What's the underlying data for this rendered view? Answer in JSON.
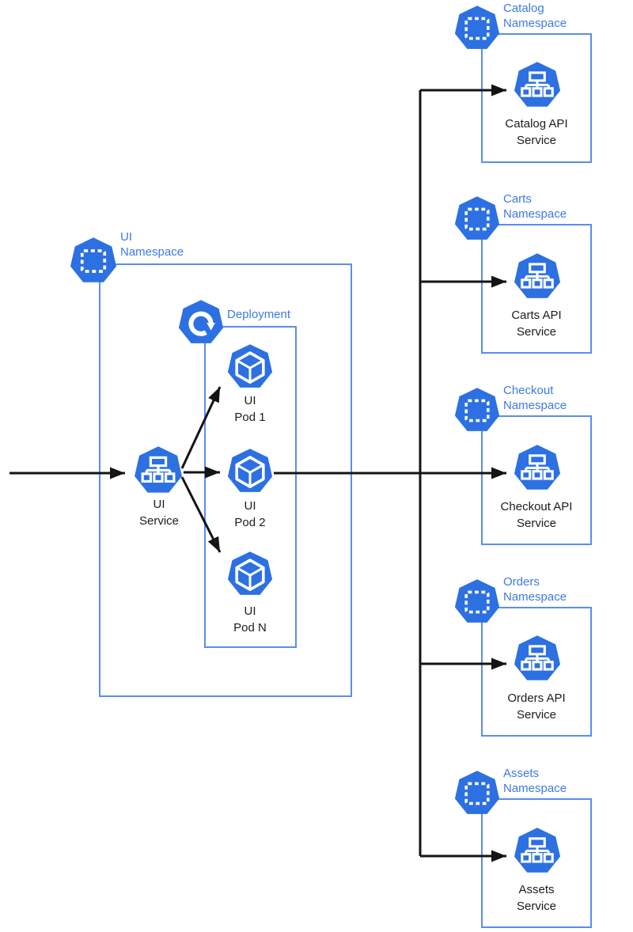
{
  "colors": {
    "kubernetes_icon_blue": "#2c70e2",
    "namespace_border_blue": "#5b8cf0",
    "label_blue": "#3d7ae4",
    "label_dark": "#1c1c1c",
    "arrow_black": "#141414"
  },
  "flow": {
    "ui_namespace": {
      "title": "UI\nNamespace",
      "service": {
        "label": "UI\nService"
      },
      "deployment": {
        "title": "Deployment",
        "pods": [
          {
            "label": "UI\nPod 1"
          },
          {
            "label": "UI\nPod 2"
          },
          {
            "label": "UI\nPod N"
          }
        ]
      }
    },
    "namespaces": [
      {
        "title": "Catalog\nNamespace",
        "service": "Catalog API\nService"
      },
      {
        "title": "Carts\nNamespace",
        "service": "Carts API\nService"
      },
      {
        "title": "Checkout\nNamespace",
        "service": "Checkout API\nService"
      },
      {
        "title": "Orders\nNamespace",
        "service": "Orders API\nService"
      },
      {
        "title": "Assets\nNamespace",
        "service": "Assets\nService"
      }
    ],
    "icons": {
      "namespace": "namespace-heptagon-dashed-square",
      "deployment": "deployment-heptagon-circular-arrow",
      "service": "service-heptagon-network-tree",
      "pod": "pod-heptagon-cube"
    }
  }
}
